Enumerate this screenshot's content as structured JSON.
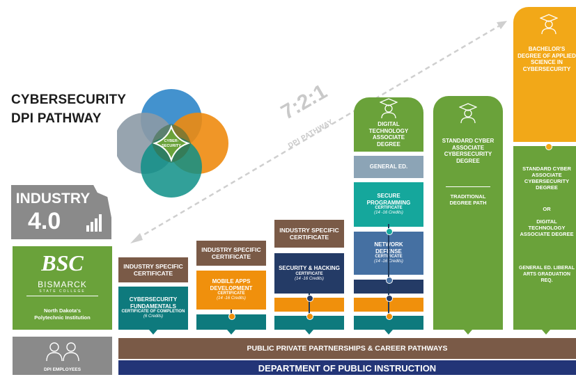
{
  "title": {
    "line1": "CYBERSECURITY",
    "line2": "DPI PATHWAY"
  },
  "venn_center": "CYBER-SECURITY",
  "ratio": {
    "value": "7:2:1",
    "label": "DPI PATHWAY"
  },
  "industry": {
    "line1": "INDUSTRY",
    "line2": "4.0"
  },
  "college": {
    "logo": "BSC",
    "name": "BISMARCK",
    "subname": "STATE COLLEGE",
    "tagline1": "North Dakota's",
    "tagline2": "Polytechnic Institution"
  },
  "employees": "DPI EMPLOYEES",
  "col1": {
    "cert": "INDUSTRY SPECIFIC CERTIFICATE",
    "main": "CYBERSECURITY FUNDAMENTALS",
    "sub": "CERTIFICATE OF COMPLETION",
    "credits": "(6 Credits)"
  },
  "col2": {
    "cert": "INDUSTRY SPECIFIC CERTIFICATE",
    "main": "MOBILE APPS DEVELOPMENT",
    "sub": "CERTIFICATE",
    "credits": "(14 -16 Credits)"
  },
  "col3": {
    "cert": "INDUSTRY SPECIFIC CERTIFICATE",
    "main": "SECURITY & HACKING",
    "sub": "CERTIFICATE",
    "credits": "(14 -16 Credits)"
  },
  "col4": {
    "degree": "DIGITAL TECHNOLOGY ASSOCIATE DEGREE",
    "gened": "GENERAL ED.",
    "secure": "SECURE PROGRAMMING",
    "secure_sub": "CERTIFICATE",
    "secure_credits": "(14 -16 Credits)",
    "network": "NETWORK DEFENSE",
    "network_sub": "CERTIFICATE",
    "network_credits": "(14 -16 Credits)"
  },
  "col5": {
    "degree": "STANDARD CYBER ASSOCIATE CYBERSECURITY DEGREE",
    "path": "TRADITIONAL DEGREE PATH"
  },
  "col6": {
    "bachelor": "BACHELOR'S DEGREE OF APPLIED SCIENCE IN CYBERSECURITY",
    "standard": "STANDARD CYBER ASSOCIATE CYBERSECURITY DEGREE",
    "or": "OR",
    "digital": "DIGITAL TECHNOLOGY ASSOCIATE DEGREE",
    "gened": "GENERAL ED. LIBERAL ARTS GRADUATION REQ."
  },
  "bars": {
    "partnerships": "PUBLIC PRIVATE PARTNERSHIPS & CAREER PATHWAYS",
    "department": "DEPARTMENT OF PUBLIC INSTRUCTION"
  },
  "colors": {
    "brown": "#7a5a47",
    "teal": "#0e7a7d",
    "orange": "#f0900c",
    "navy": "#243b66",
    "green": "#6aa23a",
    "gold": "#f2a818"
  }
}
